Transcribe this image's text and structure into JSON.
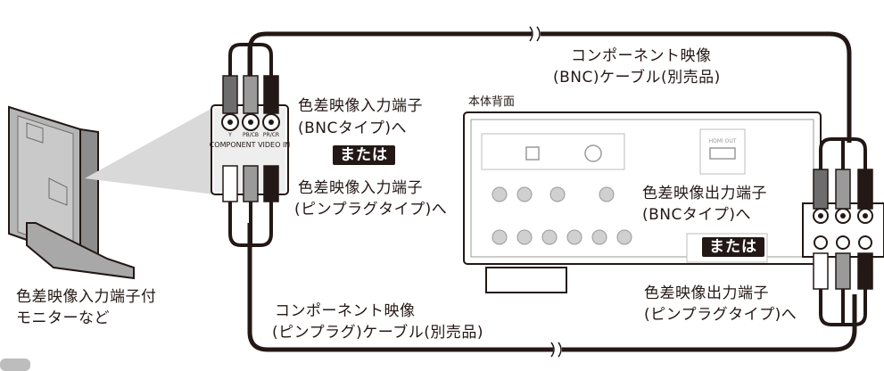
{
  "labels": {
    "cable_bnc_line1": "コンポーネント映像",
    "cable_bnc_line2": "(BNC)ケーブル(別売品)",
    "input_bnc_line1": "色差映像入力端子",
    "input_bnc_line2": "(BNCタイプ)へ",
    "or_left": "または",
    "input_pin_line1": "色差映像入力端子",
    "input_pin_line2": "(ピンプラグタイプ)へ",
    "rear_panel": "本体背面",
    "output_bnc_line1": "色差映像出力端子",
    "output_bnc_line2": "(BNCタイプ)へ",
    "or_right": "または",
    "output_pin_line1": "色差映像出力端子",
    "output_pin_line2": "(ピンプラグタイプ)へ",
    "monitor_line1": "色差映像入力端子付",
    "monitor_line2": "モニターなど",
    "cable_pin_line1": "コンポーネント映像",
    "cable_pin_line2": "(ピンプラグ)ケーブル(別売品)"
  },
  "jack_panel": {
    "title": "COMPONENT VIDEO IN",
    "jacks": [
      "Y",
      "PB/CB",
      "PR/CR"
    ]
  },
  "device_panel": {
    "hdmi_label": "HDMI OUT"
  },
  "colors": {
    "ink": "#231815",
    "cable_gray": "#9a9a9a",
    "panel_gray": "#d9d9d9",
    "monitor_gray": "#b5b5b5"
  }
}
